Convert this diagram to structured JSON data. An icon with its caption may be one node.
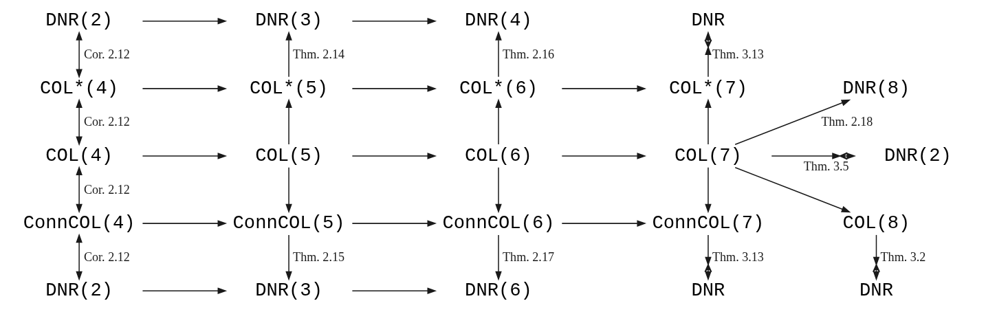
{
  "diagram": {
    "nodes": [
      {
        "text": [
          "DNR(2)"
        ]
      },
      {
        "text": [
          "DNR(3)"
        ]
      },
      {
        "text": [
          "DNR(4)"
        ]
      },
      {
        "text": [
          "DNR"
        ]
      },
      {
        "text": [
          "COL*(4)"
        ]
      },
      {
        "text": [
          "COL*(5)"
        ]
      },
      {
        "text": [
          "COL*(6)"
        ]
      },
      {
        "text": [
          "COL*(7)"
        ]
      },
      {
        "text": [
          "DNR(8)"
        ]
      },
      {
        "text": [
          "COL(4)"
        ]
      },
      {
        "text": [
          "COL(5)"
        ]
      },
      {
        "text": [
          "COL(6)"
        ]
      },
      {
        "text": [
          "COL(7)"
        ]
      },
      {
        "text": [
          "DNR(2)"
        ]
      },
      {
        "text": [
          "ConnCOL(4)"
        ]
      },
      {
        "text": [
          "ConnCOL(5)"
        ]
      },
      {
        "text": [
          "ConnCOL(6)"
        ]
      },
      {
        "text": [
          "ConnCOL(7)"
        ]
      },
      {
        "text": [
          "COL(8)"
        ]
      },
      {
        "text": [
          "DNR(2)"
        ]
      },
      {
        "text": [
          "DNR(3)"
        ]
      },
      {
        "text": [
          "DNR(6)"
        ]
      },
      {
        "text": [
          "DNR"
        ]
      },
      {
        "text": [
          "DNR"
        ]
      }
    ],
    "edges": [
      {
        "from": 0,
        "to": 1,
        "arrow": "to"
      },
      {
        "from": 1,
        "to": 2,
        "arrow": "to"
      },
      {
        "from": 0,
        "to": 4,
        "arrow": "both",
        "label": "Cor. 2.12"
      },
      {
        "from": 5,
        "to": 1,
        "arrow": "to",
        "label": "Thm. 2.14"
      },
      {
        "from": 6,
        "to": 2,
        "arrow": "to",
        "label": "Thm. 2.16"
      },
      {
        "from": 7,
        "to": 3,
        "arrow": "to",
        "label": "Thm. 3.13"
      },
      {
        "from": 4,
        "to": 5,
        "arrow": "to"
      },
      {
        "from": 5,
        "to": 6,
        "arrow": "to"
      },
      {
        "from": 6,
        "to": 7,
        "arrow": "to"
      },
      {
        "from": 4,
        "to": 9,
        "arrow": "both",
        "label": "Cor. 2.12"
      },
      {
        "from": 10,
        "to": 5,
        "arrow": "to"
      },
      {
        "from": 11,
        "to": 6,
        "arrow": "to"
      },
      {
        "from": 12,
        "to": 7,
        "arrow": "to"
      },
      {
        "from": 12,
        "to": 8,
        "arrow": "to",
        "label": "Thm. 2.18"
      },
      {
        "from": 9,
        "to": 10,
        "arrow": "to"
      },
      {
        "from": 10,
        "to": 11,
        "arrow": "to"
      },
      {
        "from": 11,
        "to": 12,
        "arrow": "to"
      },
      {
        "from": 12,
        "to": 13,
        "arrow": "to",
        "label": "Thm. 3.5"
      },
      {
        "from": 12,
        "to": 18,
        "arrow": "to"
      },
      {
        "from": 9,
        "to": 14,
        "arrow": "both",
        "label": "Cor. 2.12"
      },
      {
        "from": 10,
        "to": 15,
        "arrow": "to"
      },
      {
        "from": 11,
        "to": 16,
        "arrow": "to"
      },
      {
        "from": 12,
        "to": 17,
        "arrow": "to"
      },
      {
        "from": 14,
        "to": 15,
        "arrow": "to"
      },
      {
        "from": 15,
        "to": 16,
        "arrow": "to"
      },
      {
        "from": 16,
        "to": 17,
        "arrow": "to"
      },
      {
        "from": 14,
        "to": 19,
        "arrow": "both",
        "label": "Cor. 2.12"
      },
      {
        "from": 15,
        "to": 20,
        "arrow": "to",
        "label": "Thm. 2.15"
      },
      {
        "from": 16,
        "to": 21,
        "arrow": "to",
        "label": "Thm. 2.17"
      },
      {
        "from": 17,
        "to": 22,
        "arrow": "to",
        "label": "Thm. 3.13"
      },
      {
        "from": 18,
        "to": 23,
        "arrow": "to",
        "label": "Thm. 3.2"
      },
      {
        "from": 19,
        "to": 20,
        "arrow": "to"
      },
      {
        "from": 20,
        "to": 21,
        "arrow": "to"
      }
    ]
  }
}
